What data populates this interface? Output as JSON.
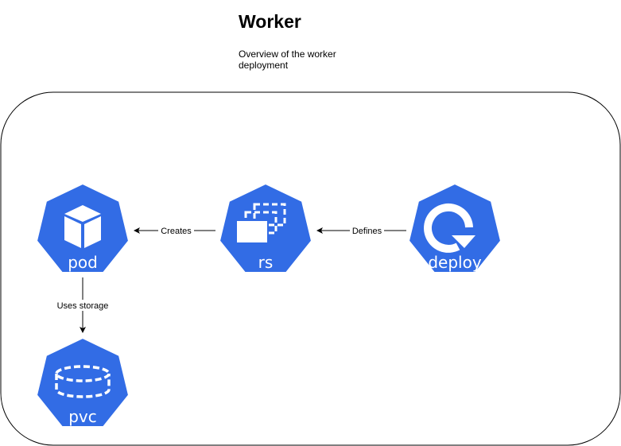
{
  "header": {
    "title": "Worker",
    "subtitle": "Overview of the worker deployment"
  },
  "colors": {
    "k8s_blue": "#326CE5",
    "edge": "#000000",
    "frame": "#000000",
    "background": "#FFFFFF"
  },
  "nodes": {
    "pod": {
      "label": "pod",
      "icon": "cube-icon"
    },
    "rs": {
      "label": "rs",
      "icon": "replicaset-icon"
    },
    "deploy": {
      "label": "deploy",
      "icon": "rotate-arrow-icon"
    },
    "pvc": {
      "label": "pvc",
      "icon": "cylinder-icon"
    }
  },
  "edges": {
    "creates": {
      "label": "Creates",
      "from": "rs",
      "to": "pod"
    },
    "defines": {
      "label": "Defines",
      "from": "deploy",
      "to": "rs"
    },
    "uses_storage": {
      "label": "Uses storage",
      "from": "pod",
      "to": "pvc"
    }
  }
}
